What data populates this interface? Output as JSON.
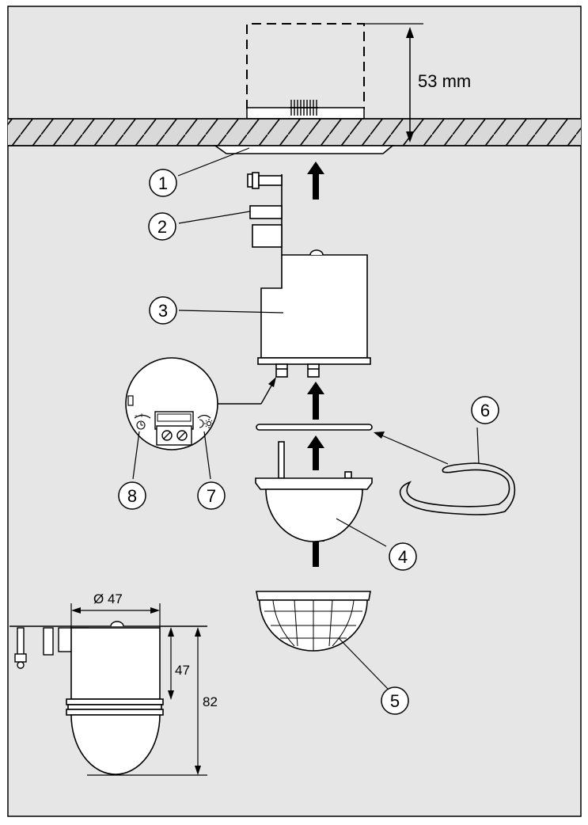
{
  "colors": {
    "background": "#e6e6e6",
    "outline": "#000000",
    "ceiling": "#d9d9d9",
    "part_fill": "#ffffff"
  },
  "ceiling_depth": {
    "value": "53 mm"
  },
  "callouts": {
    "c1": "1",
    "c2": "2",
    "c3": "3",
    "c4": "4",
    "c5": "5",
    "c6": "6",
    "c7": "7",
    "c8": "8"
  },
  "dimensions": {
    "diameter": "Ø 47",
    "body_height": "47",
    "total_height": "82"
  },
  "detail_symbols": {
    "timer_adjust": "- +",
    "timer_icon": "clock-icon",
    "lux_icon": "moon-sun-icon"
  }
}
